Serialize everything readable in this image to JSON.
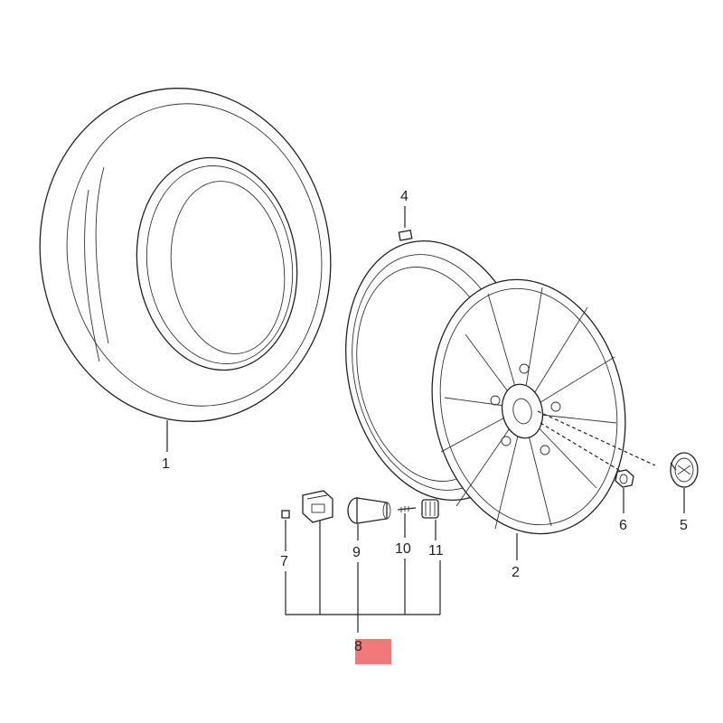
{
  "callouts": [
    {
      "id": "1",
      "text": "1"
    },
    {
      "id": "2",
      "text": "2"
    },
    {
      "id": "4",
      "text": "4"
    },
    {
      "id": "5",
      "text": "5"
    },
    {
      "id": "6",
      "text": "6"
    },
    {
      "id": "7",
      "text": "7"
    },
    {
      "id": "8",
      "text": "8"
    },
    {
      "id": "9",
      "text": "9"
    },
    {
      "id": "10",
      "text": "10"
    },
    {
      "id": "11",
      "text": "11"
    }
  ],
  "colors": {
    "line": "#222222",
    "highlight": "#f07a7a"
  }
}
